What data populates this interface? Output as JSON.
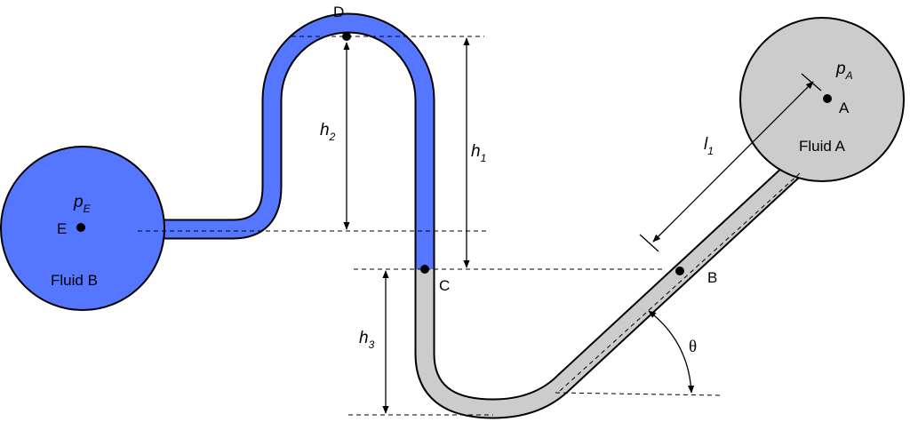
{
  "diagram": {
    "colors": {
      "fluid_b": "#5577ff",
      "fluid_a": "#cccccc",
      "outline": "#000000"
    },
    "labels": {
      "point_a": "A",
      "point_b": "B",
      "point_c": "C",
      "point_d": "D",
      "point_e": "E",
      "fluid_a": "Fluid A",
      "fluid_b": "Fluid B",
      "pressure_a_main": "p",
      "pressure_a_sub": "A",
      "pressure_e_main": "p",
      "pressure_e_sub": "E",
      "h1_main": "h",
      "h1_sub": "1",
      "h2_main": "h",
      "h2_sub": "2",
      "h3_main": "h",
      "h3_sub": "3",
      "l1_main": "l",
      "l1_sub": "1",
      "theta": "θ"
    }
  }
}
